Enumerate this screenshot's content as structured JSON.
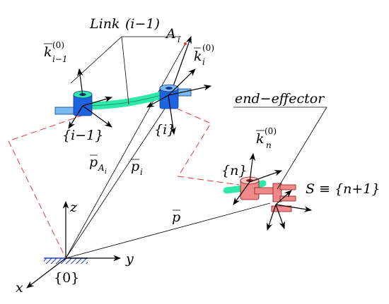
{
  "labels": {
    "link": "Link",
    "link_index": "(i−1)",
    "A": "A",
    "A_sub": "i",
    "k_prev": "k",
    "k_prev_sup": "(0)",
    "k_prev_sub": "i−1",
    "k_i": "k",
    "k_i_sup": "(0)",
    "k_i_sub": "i",
    "end_effector": "end−effector",
    "k_n": "k",
    "k_n_sup": "(0)",
    "k_n_sub": "n",
    "frame_prev": "{i−1}",
    "frame_i": "{i}",
    "frame_n": "{n}",
    "frame_s": "S ≡ {n+1}",
    "p_A": "p",
    "p_A_sub": "A",
    "p_A_subsub": "i",
    "p_i": "p",
    "p_i_sub": "i",
    "p": "p",
    "z": "z",
    "y": "y",
    "x": "x",
    "frame_0": "{0}"
  },
  "colors": {
    "link_body": "#2ee8a8",
    "joint_blue": "#1e64e0",
    "joint_light": "#7ab8f0",
    "effector": "#f08a8a",
    "dashed": "#e53935",
    "ground": "#1a3bd6"
  }
}
